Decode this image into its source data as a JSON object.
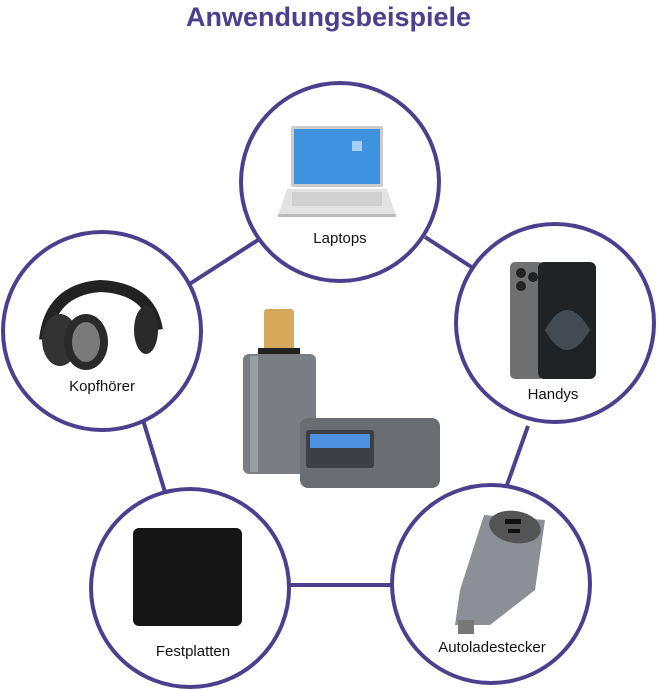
{
  "title": "Anwendungsbeispiele",
  "accent_color": "#4b3f8e",
  "items": [
    {
      "label": "Laptops",
      "icon": "laptop-icon"
    },
    {
      "label": "Handys",
      "icon": "smartphone-icon"
    },
    {
      "label": "Kopfhörer",
      "icon": "headphones-icon"
    },
    {
      "label": "Festplatten",
      "icon": "hard-drive-icon"
    },
    {
      "label": "Autoladestecker",
      "icon": "car-charger-icon"
    }
  ]
}
